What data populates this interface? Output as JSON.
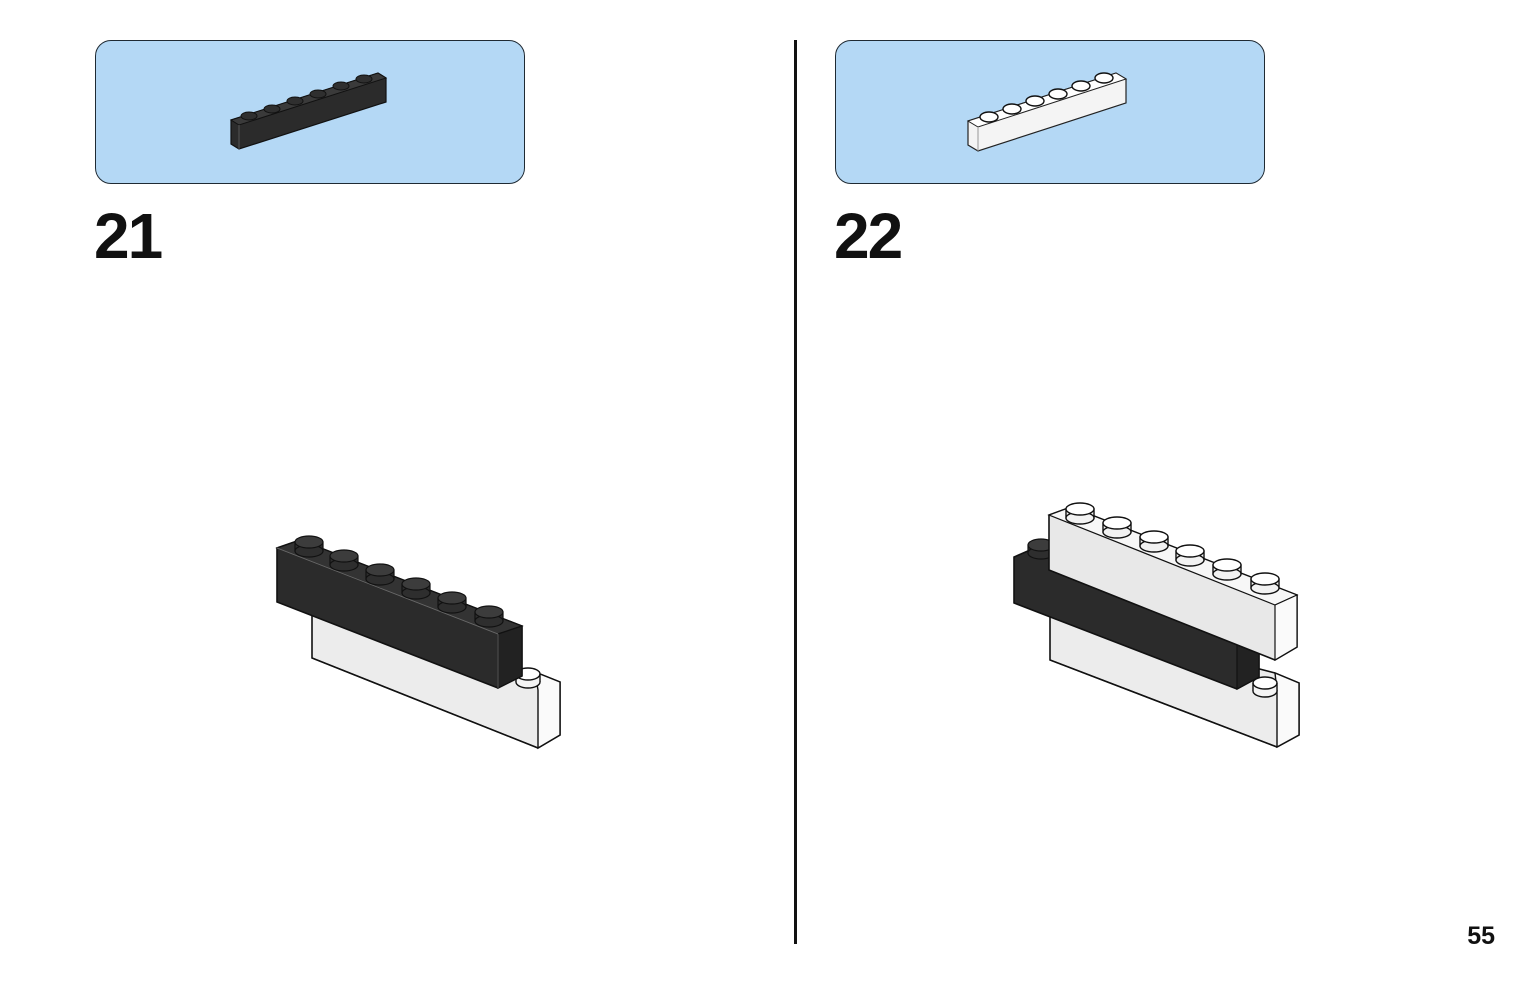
{
  "steps": [
    {
      "number": "21",
      "part_color": "#2b2b2b",
      "part_icon": "black-1x6-brick-icon"
    },
    {
      "number": "22",
      "part_color": "#f4f4f4",
      "part_icon": "white-1x6-brick-icon"
    }
  ],
  "page_number": "55",
  "colors": {
    "parts_box_background": "#b4d8f5",
    "black_brick": "#2b2b2b",
    "white_brick": "#f0f0f0",
    "outline": "#1a1a1a"
  }
}
